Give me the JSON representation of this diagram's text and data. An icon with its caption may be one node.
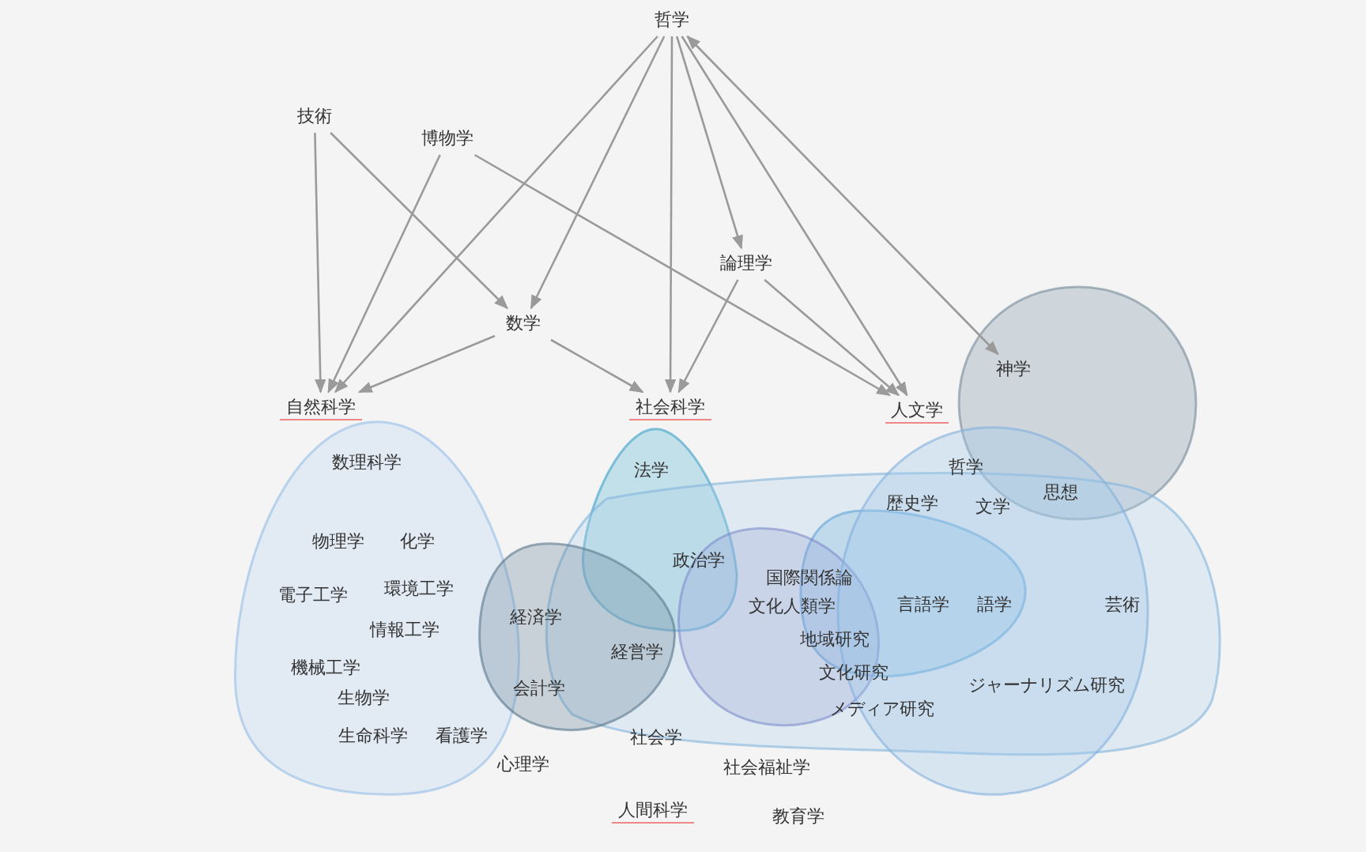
{
  "diagram": {
    "nodes": [
      {
        "text": [
          "哲学"
        ]
      },
      {
        "text": [
          "技術"
        ]
      },
      {
        "text": [
          "博物学"
        ]
      },
      {
        "text": [
          "論理学"
        ]
      },
      {
        "text": [
          "数学"
        ]
      },
      {
        "text": [],
        "shape": "circle"
      },
      {
        "text": [
          "神学"
        ],
        "in": 5
      },
      {
        "text": [
          "自然科学"
        ]
      },
      {
        "text": [
          "社会科学"
        ]
      },
      {
        "text": [
          "人文学"
        ]
      },
      {
        "text": [],
        "shape": "oval"
      },
      {
        "text": [],
        "shape": "blob"
      },
      {
        "text": [],
        "shape": "blob"
      },
      {
        "text": [],
        "shape": "circle"
      },
      {
        "text": [],
        "shape": "oval"
      },
      {
        "text": [],
        "shape": "oval",
        "in": 12
      },
      {
        "text": [],
        "shape": "oval",
        "in": 12
      },
      {
        "text": [
          "人間科学"
        ]
      }
    ],
    "edges": [
      {
        "from": 0,
        "to": 7,
        "arrow": "to"
      },
      {
        "from": 0,
        "to": 4,
        "arrow": "to"
      },
      {
        "from": 0,
        "to": 8,
        "arrow": "to"
      },
      {
        "from": 0,
        "to": 3,
        "arrow": "to"
      },
      {
        "from": 0,
        "to": 9,
        "arrow": "to"
      },
      {
        "from": 0,
        "to": 6,
        "arrow": "both"
      },
      {
        "from": 1,
        "to": 7,
        "arrow": "to"
      },
      {
        "from": 1,
        "to": 4,
        "arrow": "to"
      },
      {
        "from": 2,
        "to": 7,
        "arrow": "to"
      },
      {
        "from": 2,
        "to": 9,
        "arrow": "to"
      },
      {
        "from": 4,
        "to": 7,
        "arrow": "to"
      },
      {
        "from": 4,
        "to": 8,
        "arrow": "to"
      },
      {
        "from": 3,
        "to": 8,
        "arrow": "to"
      },
      {
        "from": 3,
        "to": 9,
        "arrow": "to"
      }
    ],
    "labels": [
      "数理科学",
      "法学",
      "哲学",
      "歴史学",
      "文学",
      "思想",
      "物理学",
      "化学",
      "政治学",
      "国際関係論",
      "電子工学",
      "環境工学",
      "文化人類学",
      "言語学",
      "語学",
      "芸術",
      "情報工学",
      "経済学",
      "地域研究",
      "経営学",
      "機械工学",
      "会計学",
      "文化研究",
      "ジャーナリズム研究",
      "生物学",
      "メディア研究",
      "生命科学",
      "看護学",
      "社会学",
      "心理学",
      "社会福祉学",
      "教育学"
    ]
  }
}
